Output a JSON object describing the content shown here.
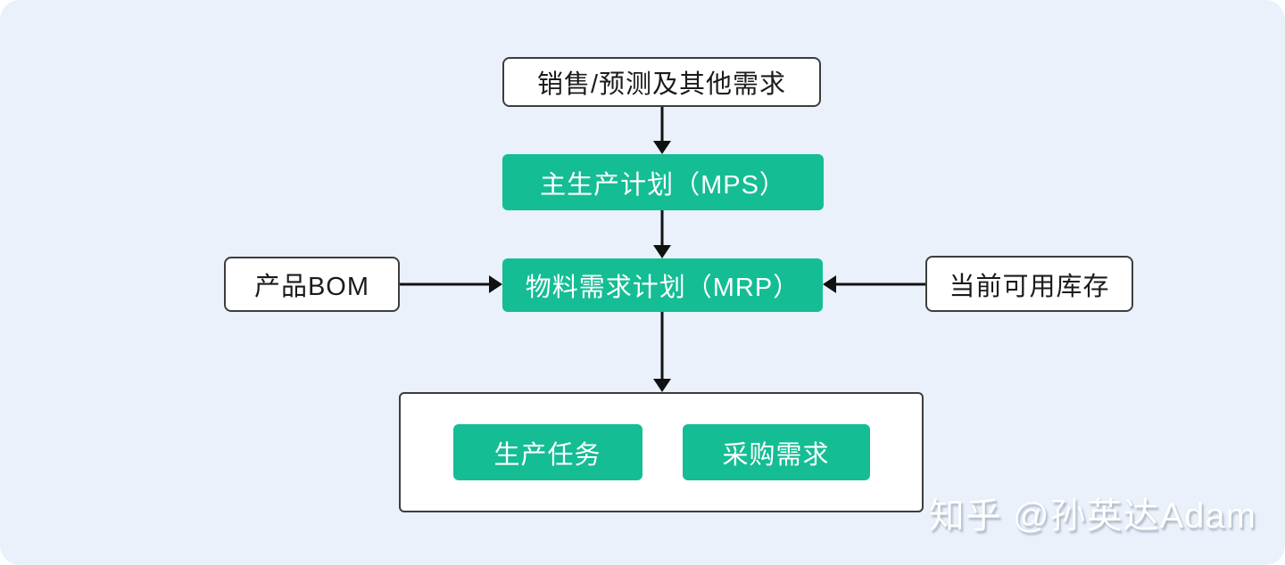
{
  "diagram": {
    "type": "flowchart",
    "nodes": {
      "demand": {
        "label": "销售/预测及其他需求",
        "style": "white-outlined"
      },
      "mps": {
        "label": "主生产计划（MPS）",
        "style": "green-filled"
      },
      "bom": {
        "label": "产品BOM",
        "style": "white-outlined"
      },
      "mrp": {
        "label": "物料需求计划（MRP）",
        "style": "green-filled"
      },
      "inventory": {
        "label": "当前可用库存",
        "style": "white-outlined"
      },
      "production": {
        "label": "生产任务",
        "style": "green-filled"
      },
      "purchase": {
        "label": "采购需求",
        "style": "green-filled"
      }
    },
    "edges": [
      {
        "from": "demand",
        "to": "mps",
        "direction": "down"
      },
      {
        "from": "mps",
        "to": "mrp",
        "direction": "down"
      },
      {
        "from": "bom",
        "to": "mrp",
        "direction": "right"
      },
      {
        "from": "inventory",
        "to": "mrp",
        "direction": "left"
      },
      {
        "from": "mrp",
        "to": "outputs",
        "direction": "down"
      }
    ],
    "groups": {
      "outputs": {
        "members": [
          "production",
          "purchase"
        ],
        "style": "white-outlined"
      }
    }
  },
  "watermark": {
    "text": "知乎 @孙英达Adam"
  },
  "colors": {
    "canvas_background": "#eaf1fb",
    "page_background": "#ffffff",
    "accent_green": "#15bd94",
    "box_border": "#3d3d3d",
    "arrow": "#111111",
    "text_dark": "#1b1b1b",
    "text_light": "#ffffff"
  }
}
